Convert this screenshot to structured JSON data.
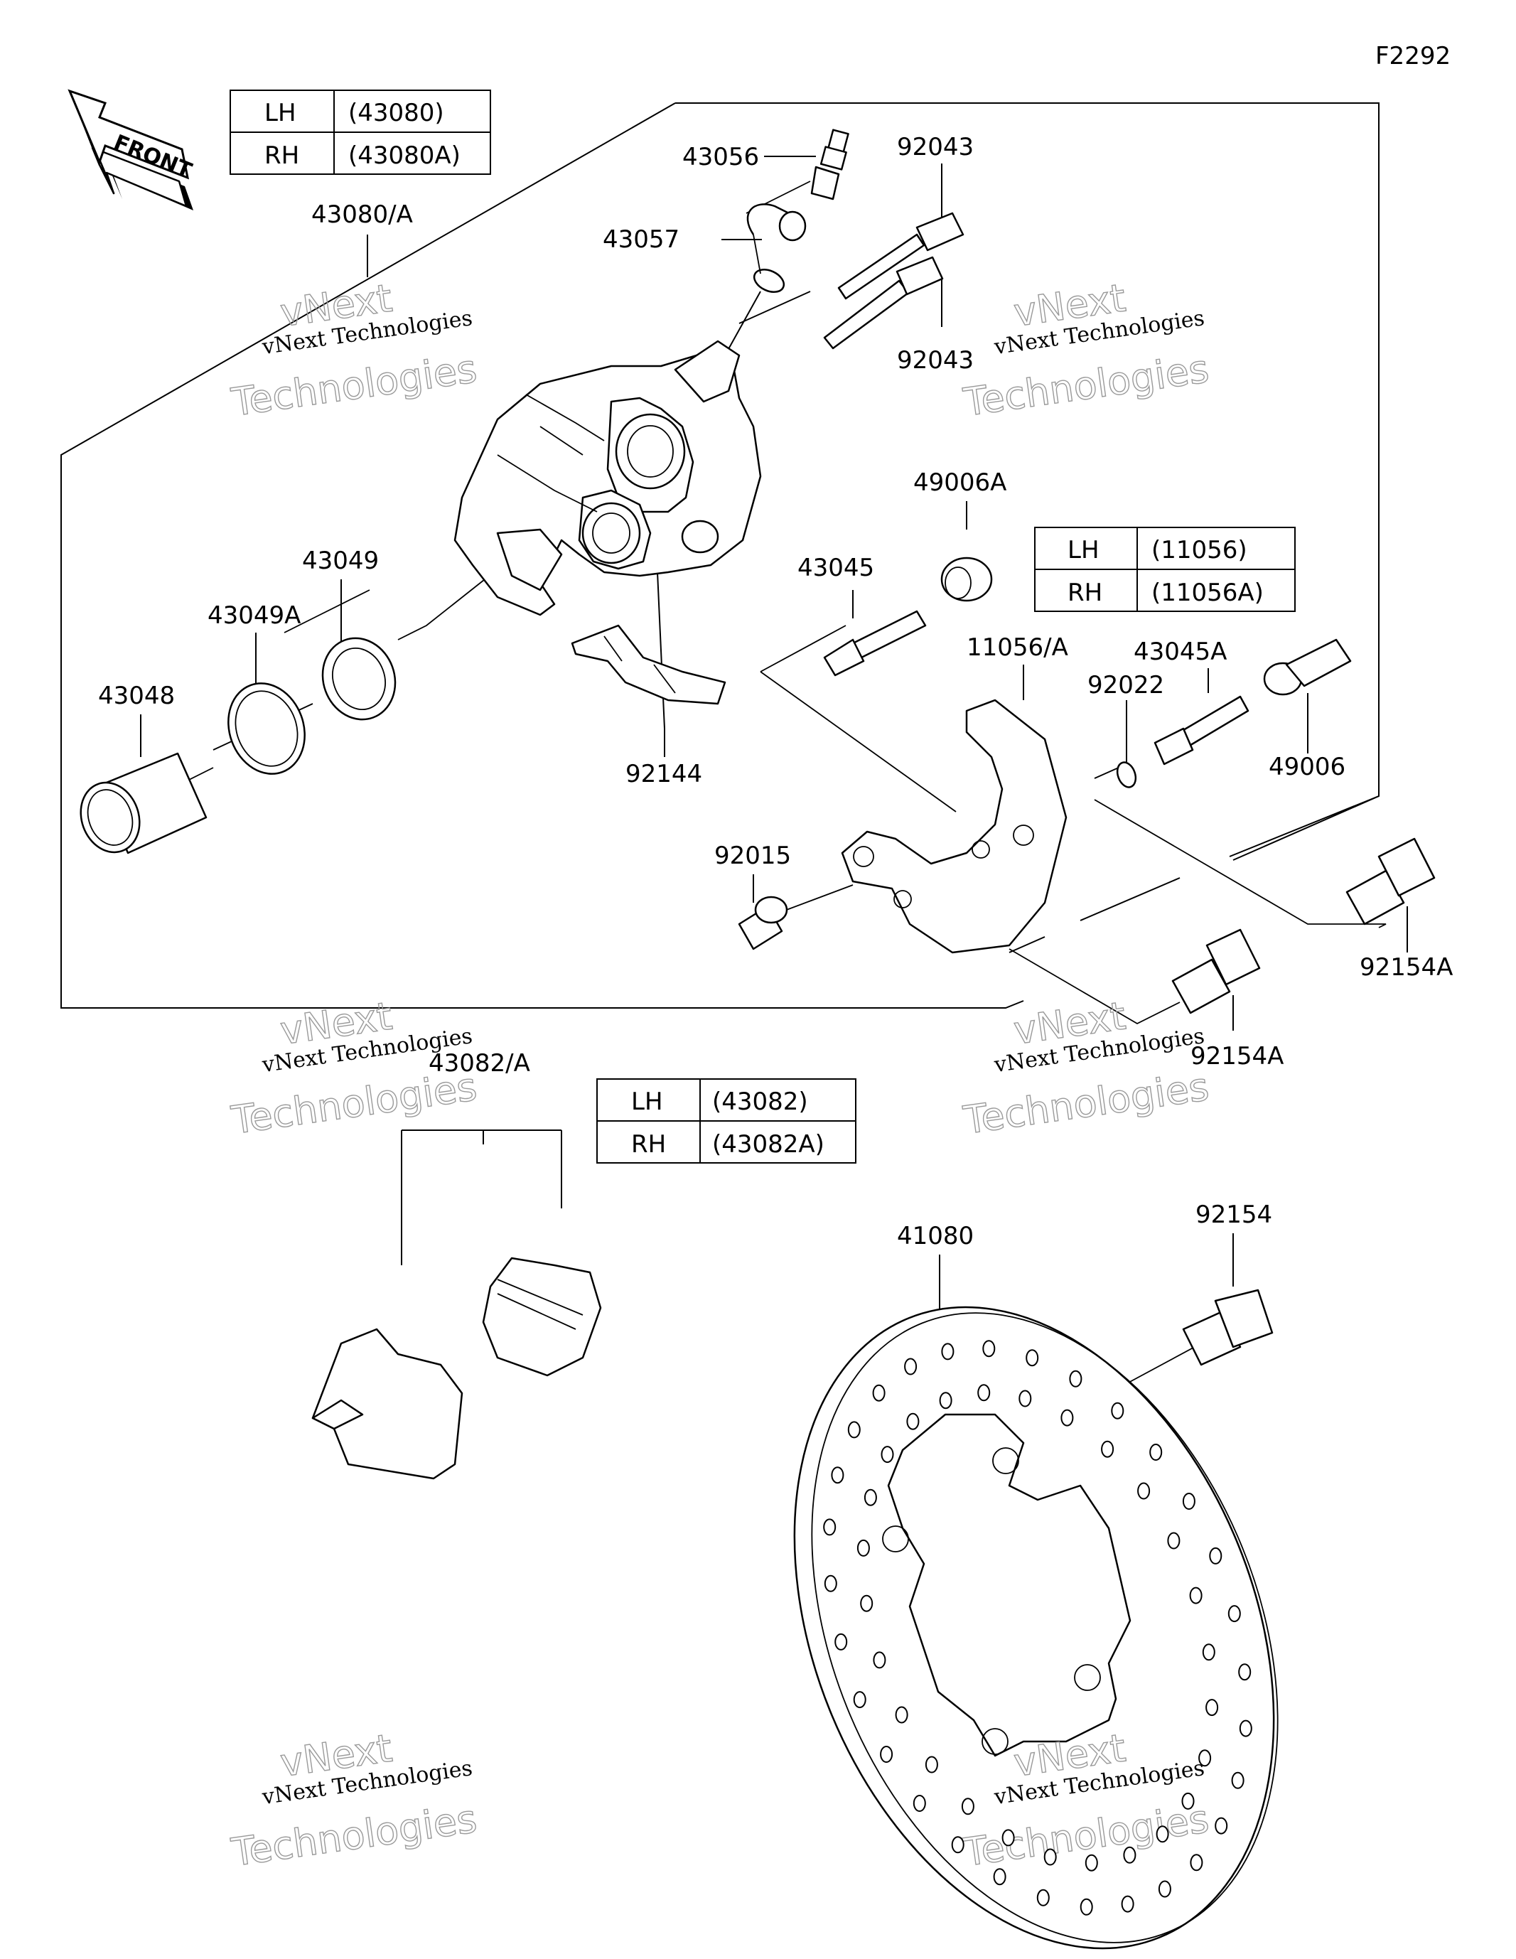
{
  "figure_code": "F2292",
  "front_arrow_label": "FRONT",
  "tables": {
    "caliper": {
      "rows": [
        {
          "side": "LH",
          "part": "(43080)"
        },
        {
          "side": "RH",
          "part": "(43080A)"
        }
      ]
    },
    "bracket": {
      "rows": [
        {
          "side": "LH",
          "part": "(11056)"
        },
        {
          "side": "RH",
          "part": "(11056A)"
        }
      ]
    },
    "pads": {
      "rows": [
        {
          "side": "LH",
          "part": "(43082)"
        },
        {
          "side": "RH",
          "part": "(43082A)"
        }
      ]
    }
  },
  "parts": {
    "caliper_assy": "43080/A",
    "bleeder_valve": "43056",
    "bleeder_cap": "43057",
    "pin_upper": "92043",
    "pin_lower": "92043",
    "piston_seal_a": "43049",
    "dust_seal": "43049A",
    "piston": "43048",
    "pad_spring": "92144",
    "boot": "49006A",
    "slide_pin": "43045",
    "bracket": "11056/A",
    "clip": "92022",
    "slide_pin_a": "43045A",
    "boot_b": "49006",
    "collar": "92015",
    "bolt_upper": "92154A",
    "bolt_lower": "92154A",
    "pad_set": "43082/A",
    "disc": "41080",
    "disc_bolt": "92154"
  },
  "watermark": {
    "line1": "vNext Technologies",
    "line2": "vNext",
    "line3": "Technologies"
  }
}
